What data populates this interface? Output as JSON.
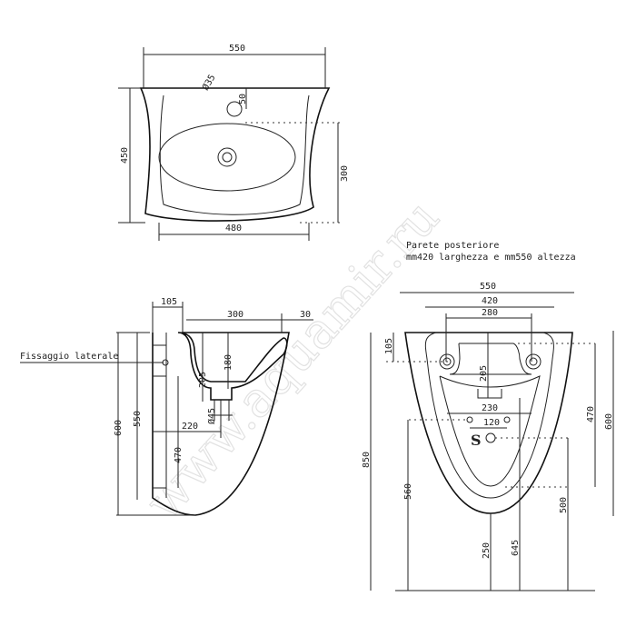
{
  "watermark": "www.aquamir.ru",
  "top_view": {
    "width": "550",
    "hole_diameter": "Ø35",
    "hole_offset": "50",
    "depth": "450",
    "bowl_depth": "300",
    "bowl_width": "480"
  },
  "side_view": {
    "label_fixing": "Fissaggio laterale",
    "wall": "105",
    "bowl": "300",
    "rim": "30",
    "height_total": "600",
    "height_plate": "550",
    "drain_depth": "205",
    "bowl_depth": "180",
    "drain_diameter": "Ø45",
    "drain_offset": "220",
    "plate_height": "470"
  },
  "front_view": {
    "note_line1": "Parete posteriore",
    "note_line2": "mm420 larghezza e mm550 altezza",
    "width": "550",
    "plate_width": "420",
    "holes": "280",
    "hole_drop": "105",
    "drain_drop": "205",
    "siphon_width": "230",
    "siphon_holes": "120",
    "siphon_mark": "S",
    "install_height": "850",
    "h560": "560",
    "h250": "250",
    "h645": "645",
    "h500": "500",
    "h470": "470",
    "h600": "600"
  }
}
